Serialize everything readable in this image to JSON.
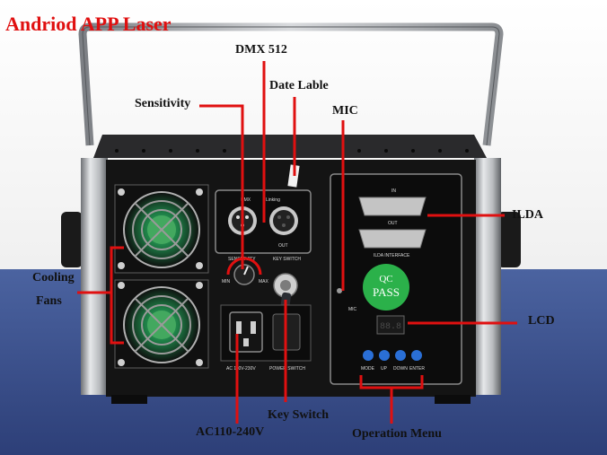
{
  "title": "Andriod APP Laser",
  "labels": {
    "dmx": "DMX 512",
    "date_label": "Date Lable",
    "sensitivity": "Sensitivity",
    "mic": "MIC",
    "ilda": "ILDA",
    "cooling": "Cooling",
    "fans": "Fans",
    "lcd": "LCD",
    "key_switch": "Key Switch",
    "ac_power": "AC110-240V",
    "operation_menu": "Operation Menu"
  },
  "panel_text": {
    "dmx": "DMX",
    "linking": "Linking",
    "out": "OUT",
    "sensitivity": "SENSITIVITY",
    "min": "MIN",
    "max": "MAX",
    "key_switch": "KEY SWITCH",
    "ac_input": "AC 110V-230V",
    "power_switch": "POWER SWITCH",
    "in": "IN",
    "ilda_out": "OUT",
    "ilda_interface": "ILDA INTERFACE",
    "qc": "QC",
    "pass": "PASS",
    "mic": "MIC",
    "lcd_digits": "88.8",
    "buttons": [
      "MODE",
      "UP",
      "DOWN",
      "ENTER"
    ]
  },
  "colors": {
    "callout": "#e01010",
    "title": "#e01010",
    "panel": "#141414",
    "qc_sticker": "#2bb14a",
    "buttons": "#2a6fd6"
  }
}
